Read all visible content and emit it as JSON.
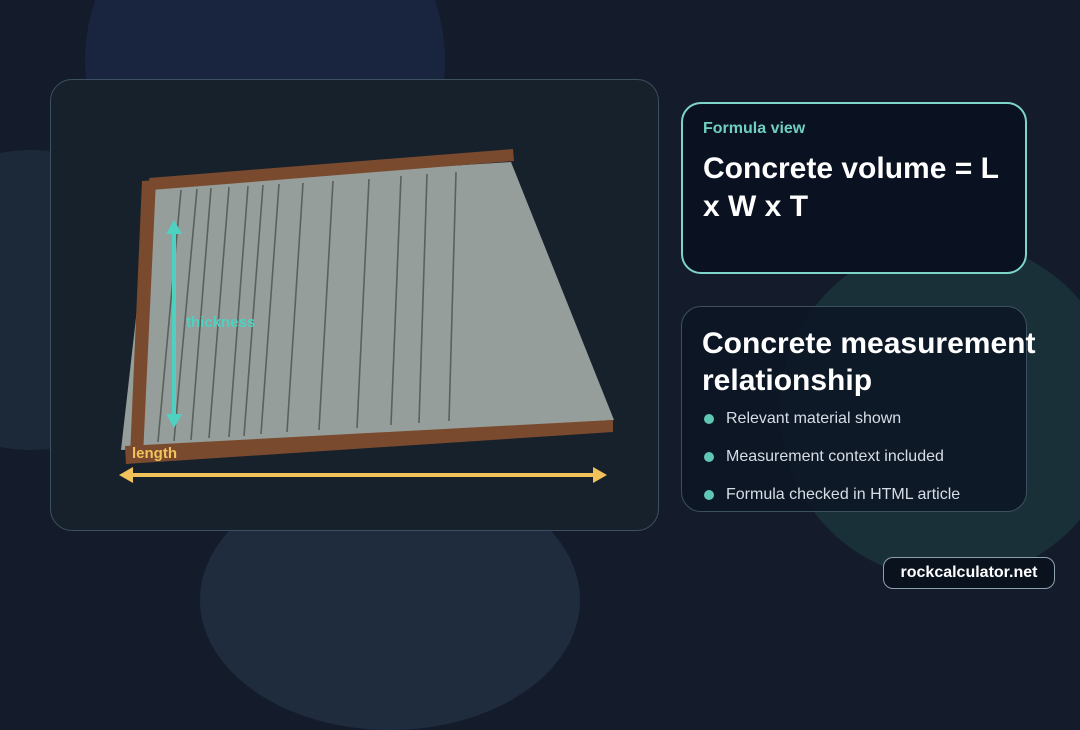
{
  "diagram": {
    "thickness_label": "thickness",
    "length_label": "length"
  },
  "formula_card": {
    "label": "Formula view",
    "formula": "Concrete volume = L x W x T"
  },
  "info_card": {
    "title": "Concrete measurement relationship",
    "bullets": [
      "Relevant material shown",
      "Measurement context included",
      "Formula checked in HTML article"
    ]
  },
  "footer": {
    "site": "rockcalculator.net"
  },
  "colors": {
    "slab_surface": "#959e9a",
    "formwork_wood": "#7a4a2e",
    "thickness_arrow": "#4fd1c1",
    "length_arrow": "#f2c35a",
    "accent_border": "#7fd4c8"
  }
}
